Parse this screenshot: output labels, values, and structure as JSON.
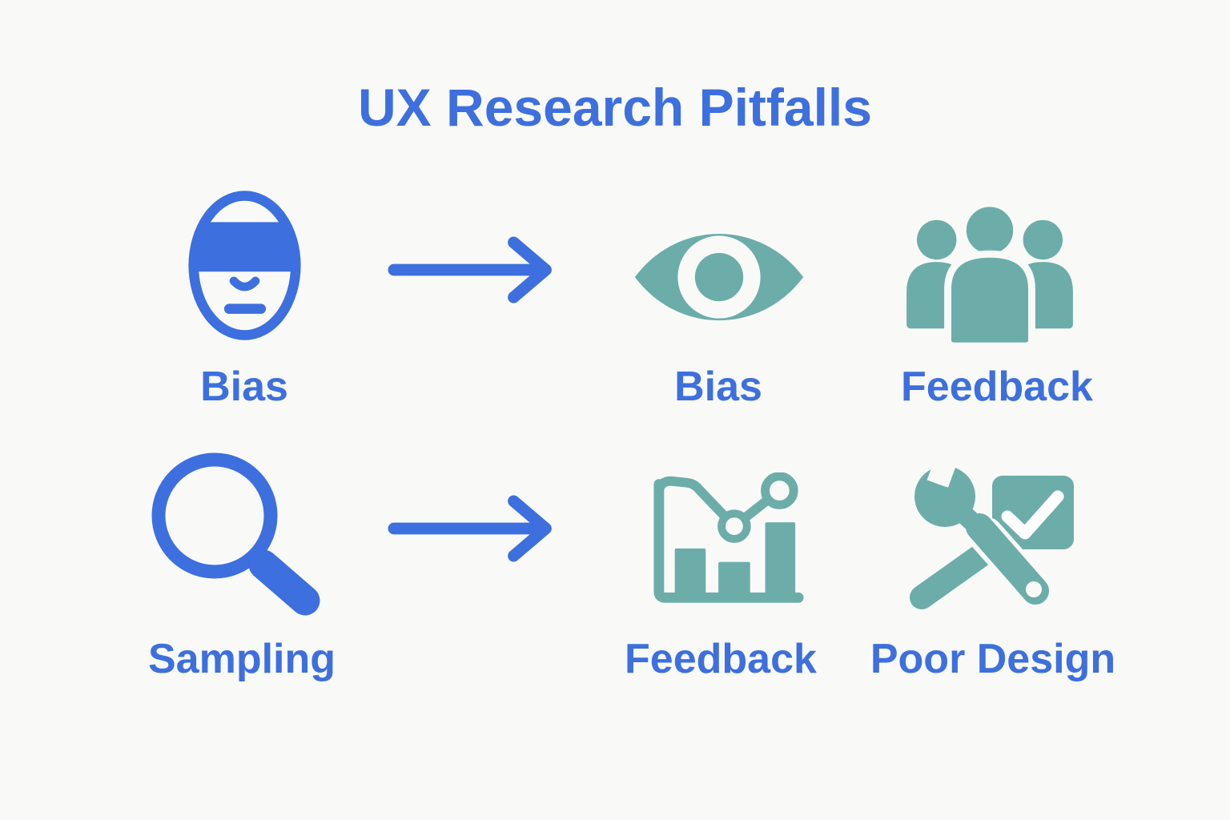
{
  "title": "UX Research Pitfalls",
  "colors": {
    "blue": "#3d6fde",
    "teal": "#6cadaa",
    "background": "#f9faf8"
  },
  "rows": [
    {
      "source": {
        "icon": "blindfolded-face-icon",
        "label": "Bias"
      },
      "arrow": {
        "icon": "right-arrow-icon"
      },
      "results": [
        {
          "icon": "eye-icon",
          "label": "Bias"
        },
        {
          "icon": "people-group-icon",
          "label": "Feedback"
        }
      ]
    },
    {
      "source": {
        "icon": "magnifier-icon",
        "label": "Sampling"
      },
      "arrow": {
        "icon": "right-arrow-icon"
      },
      "results": [
        {
          "icon": "bar-chart-trend-icon",
          "label": "Feedback"
        },
        {
          "icon": "tools-checkbox-icon",
          "label": "Poor Design"
        }
      ]
    }
  ]
}
